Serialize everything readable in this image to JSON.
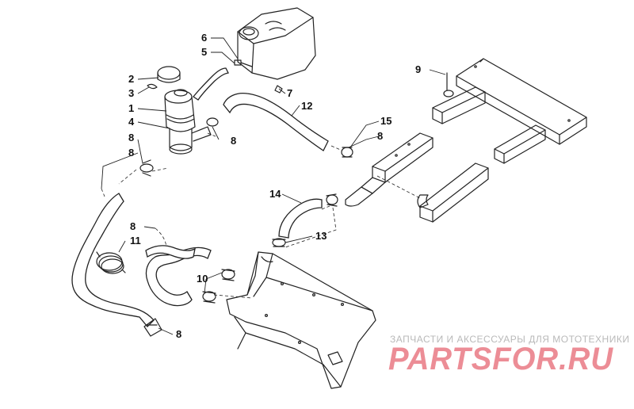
{
  "callouts": [
    {
      "id": "6",
      "label": "6"
    },
    {
      "id": "5",
      "label": "5"
    },
    {
      "id": "2",
      "label": "2"
    },
    {
      "id": "3",
      "label": "3"
    },
    {
      "id": "1",
      "label": "1"
    },
    {
      "id": "4",
      "label": "4"
    },
    {
      "id": "7",
      "label": "7"
    },
    {
      "id": "12",
      "label": "12"
    },
    {
      "id": "8a",
      "label": "8"
    },
    {
      "id": "8b",
      "label": "8"
    },
    {
      "id": "9",
      "label": "9"
    },
    {
      "id": "15",
      "label": "15"
    },
    {
      "id": "8c",
      "label": "8"
    },
    {
      "id": "14",
      "label": "14"
    },
    {
      "id": "13",
      "label": "13"
    },
    {
      "id": "8d",
      "label": "8"
    },
    {
      "id": "11",
      "label": "11"
    },
    {
      "id": "10",
      "label": "10"
    },
    {
      "id": "8e",
      "label": "8"
    },
    {
      "id": "8f",
      "label": "8"
    }
  ],
  "watermark": {
    "tagline": "ЗАПЧАСТИ И АКСЕССУАРЫ ДЛЯ МОТОТЕХНИКИ",
    "logo": "PARTSFOR.RU"
  },
  "colors": {
    "line": "#222222",
    "watermark_logo": "#ec8d96",
    "watermark_text": "#b9b9b9"
  }
}
